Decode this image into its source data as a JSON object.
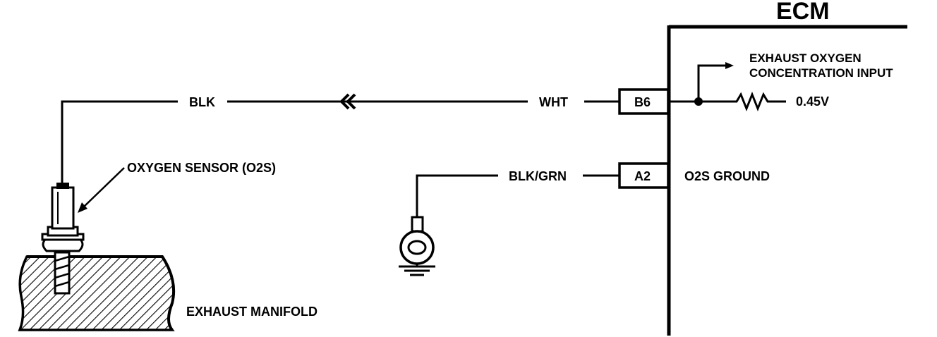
{
  "ecm": {
    "title": "ECM"
  },
  "wires": {
    "sensor_wire": "BLK",
    "signal_wire": "WHT",
    "ground_wire": "BLK/GRN"
  },
  "pins": {
    "signal_pin": "B6",
    "ground_pin": "A2"
  },
  "annotations": {
    "input_line1": "EXHAUST OXYGEN",
    "input_line2": "CONCENTRATION INPUT",
    "bias_voltage": "0.45V",
    "ground_label": "O2S GROUND",
    "sensor_label": "OXYGEN SENSOR (O2S)",
    "manifold_label": "EXHAUST MANIFOLD"
  }
}
